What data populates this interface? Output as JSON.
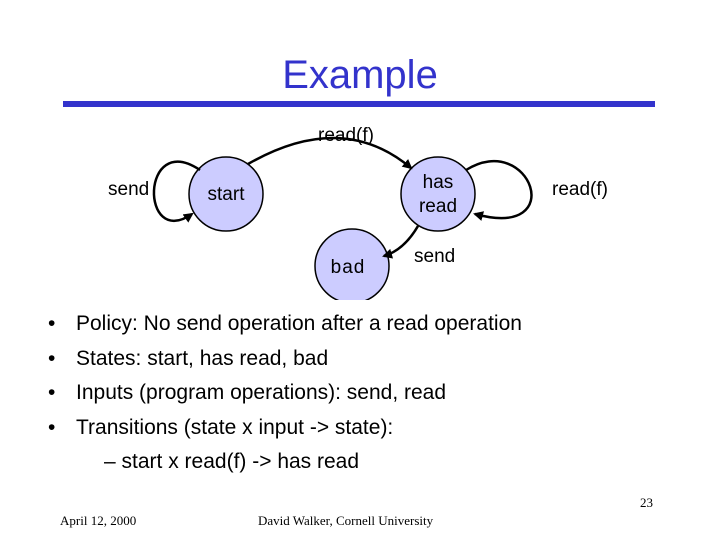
{
  "title": "Example",
  "diagram": {
    "states": [
      {
        "id": "start",
        "label": "start"
      },
      {
        "id": "has_read",
        "label_lines": [
          "has",
          "read"
        ]
      },
      {
        "id": "bad",
        "label": "bad"
      }
    ],
    "transitions": [
      {
        "from": "start",
        "to": "has_read",
        "label": "read(f)"
      },
      {
        "from": "start",
        "to": "start",
        "label": "send"
      },
      {
        "from": "has_read",
        "to": "has_read",
        "label": "read(f)"
      },
      {
        "from": "has_read",
        "to": "bad",
        "label": "send"
      }
    ],
    "colors": {
      "state_fill": "#ccccff",
      "stroke": "#000000"
    }
  },
  "bullets": [
    "Policy: No send operation after a read operation",
    "States: start, has read, bad",
    "Inputs (program operations): send, read",
    "Transitions (state x input -> state):"
  ],
  "sub_bullet": {
    "marker": "–",
    "text": "start x read(f) -> has read"
  },
  "bullet_marker": "•",
  "footer": {
    "date": "April 12, 2000",
    "author": "David Walker, Cornell University",
    "page": "23"
  },
  "colors": {
    "title": "#3333cc"
  }
}
